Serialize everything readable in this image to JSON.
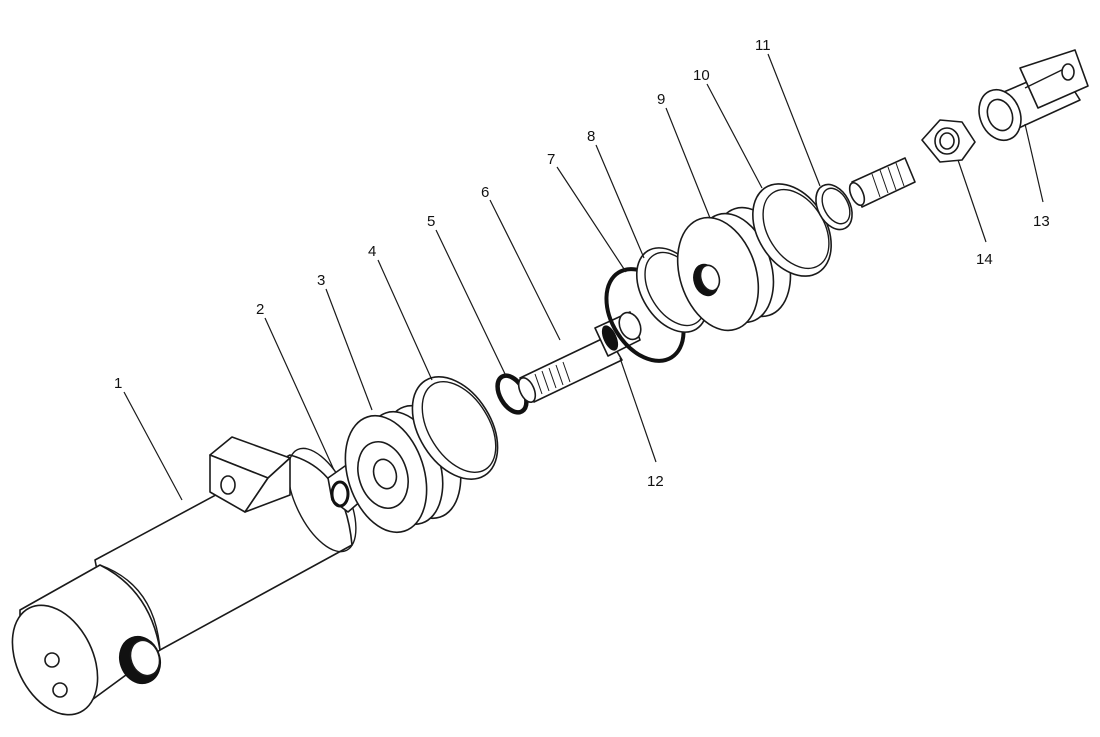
{
  "callouts": [
    {
      "id": "1",
      "label": "1"
    },
    {
      "id": "2",
      "label": "2"
    },
    {
      "id": "3",
      "label": "3"
    },
    {
      "id": "4",
      "label": "4"
    },
    {
      "id": "5",
      "label": "5"
    },
    {
      "id": "6",
      "label": "6"
    },
    {
      "id": "7",
      "label": "7"
    },
    {
      "id": "8",
      "label": "8"
    },
    {
      "id": "9",
      "label": "9"
    },
    {
      "id": "10",
      "label": "10"
    },
    {
      "id": "11",
      "label": "11"
    },
    {
      "id": "12",
      "label": "12"
    },
    {
      "id": "13",
      "label": "13"
    },
    {
      "id": "14",
      "label": "14"
    }
  ],
  "colors": {
    "ink": "#1a1a1a",
    "background": "#ffffff"
  }
}
